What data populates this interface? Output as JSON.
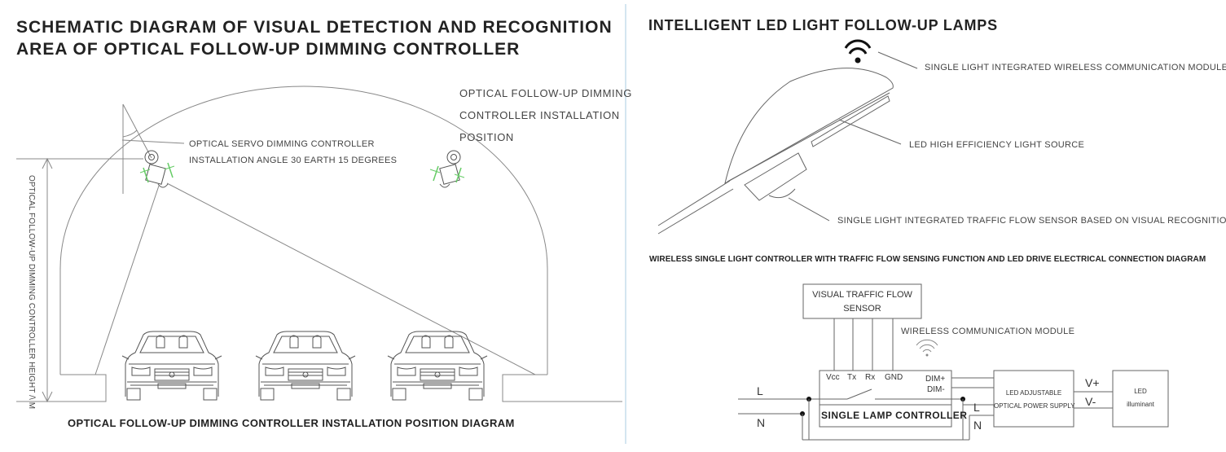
{
  "left": {
    "title_line1": "SCHEMATIC DIAGRAM OF VISUAL DETECTION AND RECOGNITION",
    "title_line2": "AREA OF OPTICAL FOLLOW-UP DIMMING CONTROLLER",
    "install_pos_line1": "OPTICAL FOLLOW-UP DIMMING",
    "install_pos_line2": "CONTROLLER INSTALLATION",
    "install_pos_line3": "POSITION",
    "servo_line1": "OPTICAL SERVO DIMMING CONTROLLER",
    "servo_line2": "INSTALLATION ANGLE 30 EARTH 15 DEGREES",
    "height_label": "OPTICAL FOLLOW-UP DIMMING CONTROLLER HEIGHT /\\ M",
    "caption": "OPTICAL FOLLOW-UP DIMMING CONTROLLER INSTALLATION POSITION DIAGRAM"
  },
  "right": {
    "title": "INTELLIGENT LED LIGHT FOLLOW-UP LAMPS",
    "wireless_module": "SINGLE LIGHT INTEGRATED WIRELESS COMMUNICATION MODULE",
    "led_source": "LED HIGH EFFICIENCY LIGHT SOURCE",
    "traffic_sensor": "SINGLE LIGHT INTEGRATED TRAFFIC FLOW SENSOR BASED ON VISUAL RECOGNITION",
    "connection_title": "WIRELESS SINGLE LIGHT CONTROLLER WITH TRAFFIC FLOW SENSING FUNCTION AND LED DRIVE ELECTRICAL CONNECTION DIAGRAM"
  },
  "circuit": {
    "sensor_line1": "VISUAL TRAFFIC FLOW",
    "sensor_line2": "SENSOR",
    "wireless": "WIRELESS COMMUNICATION MODULE",
    "pins": [
      "Vcc",
      "Tx",
      "Rx",
      "GND"
    ],
    "dim_plus": "DIM+",
    "dim_minus": "DIM-",
    "controller": "SINGLE LAMP CONTROLLER",
    "power_line1": "LED ADJUSTABLE",
    "power_line2": "OPTICAL POWER SUPPLY",
    "v_plus": "V+",
    "v_minus": "V-",
    "led_line1": "LED",
    "led_line2": "illuminant",
    "L": "L",
    "N": "N"
  }
}
